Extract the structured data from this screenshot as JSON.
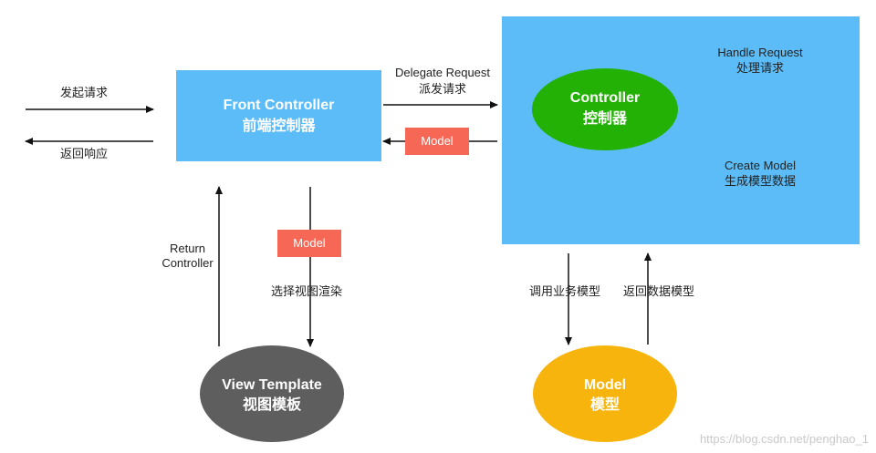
{
  "colors": {
    "box_blue": "#5bbcf7",
    "controller_green": "#22b104",
    "view_gray": "#5e5e5e",
    "model_yellow": "#f6b40c",
    "tag_red": "#f76755",
    "arrow": "#111111"
  },
  "request_label": "发起请求",
  "response_label": "返回响应",
  "front_controller": {
    "title": "Front Controller",
    "subtitle": "前端控制器"
  },
  "delegate_request": {
    "en": "Delegate Request",
    "zh": "派发请求"
  },
  "model_tag_top": "Model",
  "controller_panel": {
    "handle_en": "Handle Request",
    "handle_zh": "处理请求",
    "create_en": "Create Model",
    "create_zh": "生成模型数据"
  },
  "controller": {
    "title": "Controller",
    "subtitle": "控制器"
  },
  "return_controller": {
    "line1": "Return",
    "line2": "Controller"
  },
  "model_tag_middle": "Model",
  "select_view": "选择视图渲染",
  "call_model": "调用业务模型",
  "return_data_model": "返回数据模型",
  "view_template": {
    "title": "View Template",
    "subtitle": "视图模板"
  },
  "model": {
    "title": "Model",
    "subtitle": "模型"
  },
  "watermark": "https://blog.csdn.net/penghao_1"
}
